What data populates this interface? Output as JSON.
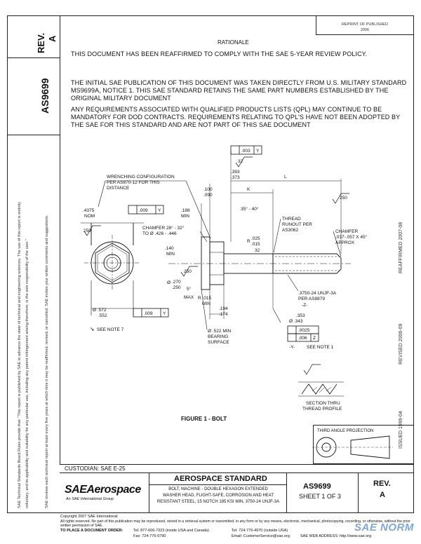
{
  "header": {
    "rev_label": "REV.",
    "rev_value": "A",
    "doc_number": "AS9699",
    "corner_line1": "REPRINT OF PUBLISHED",
    "corner_line2": "2006"
  },
  "side_text": {
    "line1": "SAE Technical Standards Board Rules provide that: \"This report is published by SAE to advance the state of technical and engineering sciences. The use of this report is entirely",
    "line2": "voluntary, and its applicability and suitability for any particular use, including any patent infringement arising therefrom, is the sole responsibility of the user.\"",
    "line3": "SAE reviews each technical report at least every five years at which time it may be reaffirmed, revised, or cancelled. SAE invites your written comments and suggestions.",
    "right_reaffirmed": "REAFFIRMED 2007-08",
    "right_revised": "REVISED 2006-09",
    "right_issued": "ISSUED 1999-04"
  },
  "rationale": {
    "title": "RATIONALE",
    "text": "THIS DOCUMENT HAS BEEN REAFFIRMED TO COMPLY WITH THE SAE 5-YEAR REVIEW POLICY."
  },
  "paragraphs": {
    "p1_l1": "THE INITIAL SAE PUBLICATION OF THIS DOCUMENT WAS TAKEN DIRECTLY FROM U.S. MILITARY STANDARD",
    "p1_l2": "MS9699A, NOTICE 1. THIS SAE STANDARD RETAINS THE SAME PART NUMBERS ESTABLISHED BY THE",
    "p1_l3": "ORIGINAL MILITARY DOCUMENT",
    "p2_l1": "ANY REQUIREMENTS ASSOCIATED WITH QUALIFIED PRODUCTS LISTS (QPL) MAY CONTINUE TO BE",
    "p2_l2": "MANDATORY FOR DOD CONTRACTS. REQUIREMENTS RELATING TO QPL'S HAVE NOT BEEN ADOPTED BY",
    "p2_l3": "THE SAE FOR THIS STANDARD AND ARE NOT PART OF THIS SAE DOCUMENT"
  },
  "drawing": {
    "wrench_l1": "WRENCHING CONFIGURATION",
    "wrench_l2": "PER AS870-12 FOR THIS",
    "wrench_l3": "DISTANCE",
    "nom_val": ".4375",
    "nom_label": "NOM",
    "fcf_top_val": ".003",
    "fcf_top_ref": "Y",
    "fcf_left_val": ".009",
    "fcf_left_ref": "Y",
    "fcf_bottom_val": ".009",
    "fcf_bottom_ref": "Y",
    "rough_32_a": "32",
    "rough_32_b": "32",
    "rough_250_a": "250",
    "rough_250_b": "250",
    "rough_250_c": "250",
    "d393": ".393",
    "d373": ".373",
    "d100": ".100",
    "d090": ".090",
    "dim_L": "L",
    "dim_K": "K",
    "d188": ".188",
    "min1": "MIN",
    "angle_35": "35° - 40°",
    "thread_runout_l1": "THREAD",
    "thread_runout_l2": "RUNOUT PER",
    "thread_runout_l3": "AS3062",
    "chamfer1_l1": "CHAMFER 28° - 32°",
    "chamfer1_l2": "TO Ø .426 - .446",
    "r_label": "R",
    "r025": ".025",
    "r015": ".015",
    "chamfer2_l1": "CHAMFER",
    "chamfer2_l2": ".037-.057 X 45°",
    "chamfer2_l3": "APPROX",
    "d140": ".140",
    "min2": "MIN",
    "dia_sym": "Ø",
    "d270": ".270",
    "d250": ".250",
    "deg5": "5°",
    "max_label": "MAX",
    "r015min": "R .015",
    "min3": "MIN",
    "d572": "Ø .572",
    "d552": ".552",
    "d194": ".194",
    "d174": ".174",
    "thread_spec_l1": ".3750-24 UNJF-3A",
    "thread_spec_l2": "PER AS8879",
    "datum_z": "-Z-",
    "d353": ".353",
    "d343": "Ø .343",
    "fcf_0025": ".0025",
    "fcf_006": ".006",
    "fcf_z": "Z",
    "datum_y": "-Y-",
    "see_note_1": "SEE NOTE 1",
    "see_note_7": "SEE NOTE 7",
    "bearing_l1": "Ø .522 MIN",
    "bearing_l2": "BEARING",
    "bearing_l3": "SURFACE",
    "section_l1": "SECTION THRU",
    "section_l2": "THREAD PROFILE",
    "figure_caption": "FIGURE 1 - BOLT",
    "third_angle": "THIRD ANGLE PROJECTION"
  },
  "title_block": {
    "custodian": "CUSTODIAN: SAE E-25",
    "brand_main": "SAEAerospace",
    "brand_sub": "An SAE International Group",
    "standard_title": "AEROSPACE STANDARD",
    "desc_l1": "BOLT, MACHINE - DOUBLE HEXAGON EXTENDED",
    "desc_l2": "WASHER HEAD, FLIGHT-SAFE, CORROSION AND HEAT",
    "desc_l3": "RESISTANT STEEL, 15 NOTCH 185 KSI MIN, 3750-24 UNJF-3A",
    "doc_number": "AS9699",
    "sheet": "SHEET 1 OF 3",
    "rev_label": "REV.",
    "rev_value": "A"
  },
  "footer": {
    "copyright": "Copyright 2007 SAE International",
    "rights": "All rights reserved. No part of this publication may be reproduced, stored in a retrieval system or transmitted, in any form or by any means, electronic, mechanical, photocopying, recording, or otherwise, without the prior written permission of SAE.",
    "order_label": "TO PLACE A DOCUMENT ORDER:",
    "tel1": "Tel: 877-606-7323 (inside USA and Canada)",
    "tel2": "Tel: 724-776-4970 (outside USA)",
    "fax": "Fax: 724-776-0790",
    "email": "Email: CustomerService@sae.org",
    "web": "SAE WEB ADDRESS: http://www.sae.org",
    "watermark": "SAE NORM"
  },
  "colors": {
    "ink": "#111111",
    "line": "#222222",
    "watermark": "#7da7d9"
  }
}
